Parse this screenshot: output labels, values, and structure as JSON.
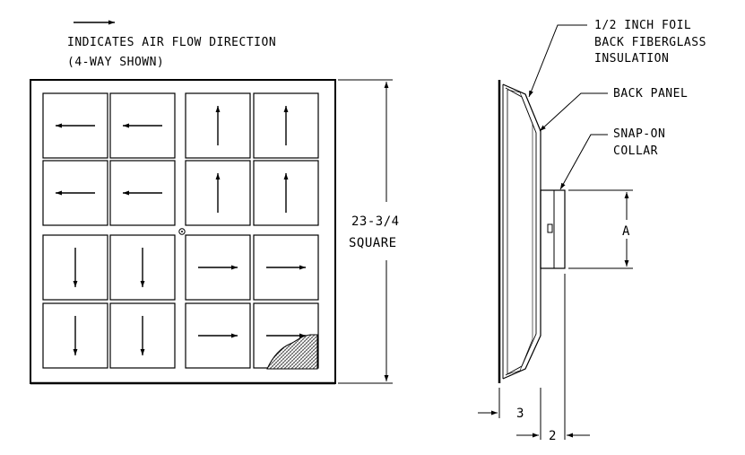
{
  "legend": {
    "line1": "INDICATES AIR FLOW DIRECTION",
    "line2": "(4-WAY SHOWN)"
  },
  "front_view": {
    "size_line1": "23-3/4",
    "size_line2": "SQUARE",
    "grid_rows": 4,
    "grid_cols": 4,
    "arrow_directions": [
      [
        "left",
        "left",
        "up",
        "up"
      ],
      [
        "left",
        "left",
        "up",
        "up"
      ],
      [
        "down",
        "down",
        "right",
        "right"
      ],
      [
        "down",
        "down",
        "right",
        "right"
      ]
    ]
  },
  "side_view": {
    "insulation_line1": "1/2 INCH FOIL",
    "insulation_line2": "BACK FIBERGLASS",
    "insulation_line3": "INSULATION",
    "back_panel": "BACK PANEL",
    "collar_line1": "SNAP-ON",
    "collar_line2": "COLLAR",
    "dim_a": "A",
    "dim_3": "3",
    "dim_2": "2"
  },
  "colors": {
    "ink": "#000000",
    "paper": "#ffffff",
    "hatch": "#555555"
  }
}
